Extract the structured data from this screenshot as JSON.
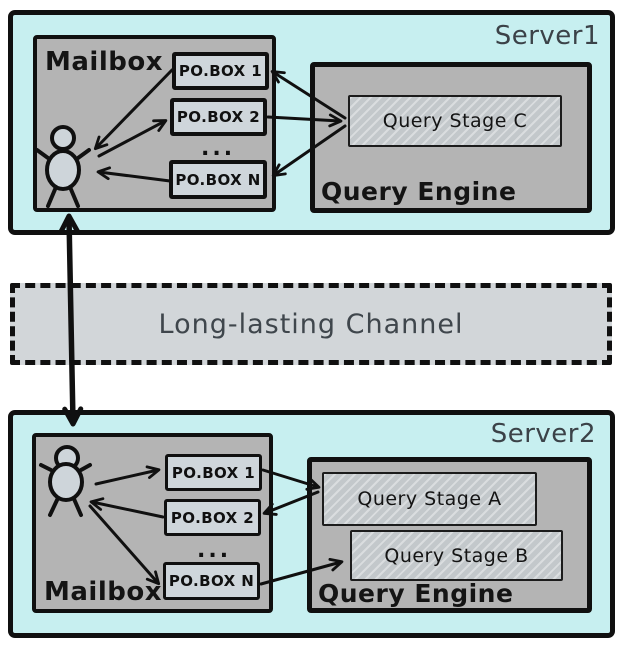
{
  "server1": {
    "label": "Server1",
    "mailbox": {
      "label": "Mailbox",
      "actor": "person-icon",
      "boxes": [
        "PO.BOX 1",
        "PO.BOX 2",
        "PO.BOX N"
      ],
      "ellipsis": "..."
    },
    "query_engine": {
      "label": "Query Engine",
      "stages": [
        "Query Stage C"
      ]
    }
  },
  "channel": {
    "label": "Long-lasting Channel"
  },
  "server2": {
    "label": "Server2",
    "mailbox": {
      "label": "Mailbox",
      "actor": "person-icon",
      "boxes": [
        "PO.BOX 1",
        "PO.BOX 2",
        "PO.BOX N"
      ],
      "ellipsis": "..."
    },
    "query_engine": {
      "label": "Query Engine",
      "stages": [
        "Query Stage A",
        "Query Stage B"
      ]
    }
  },
  "colors": {
    "server_background": "#c7eff0",
    "panel_background": "#b4b4b4",
    "pobox_background": "#cfd6db",
    "stage_background": "#c3c8cb",
    "channel_background": "#d2d6d9",
    "stroke": "#101010",
    "label_dark": "#3b4248"
  }
}
